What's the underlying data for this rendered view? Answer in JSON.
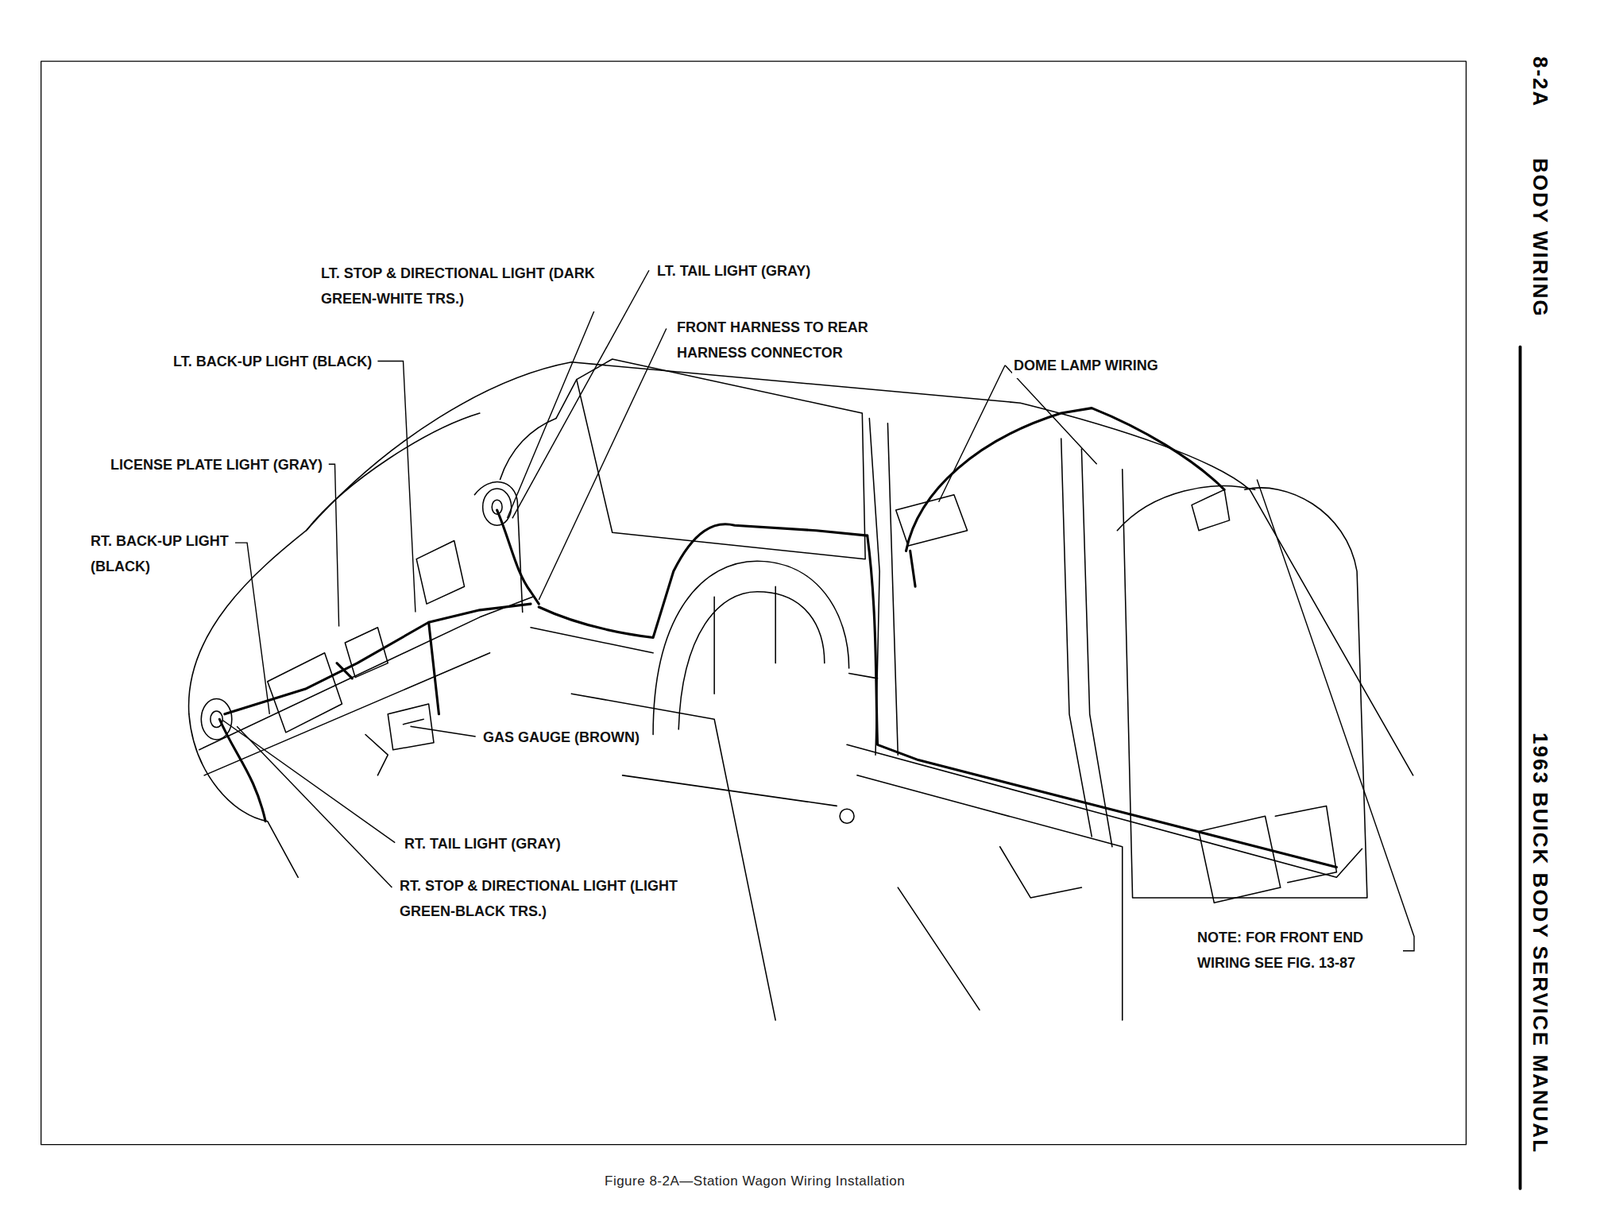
{
  "diagram": {
    "caption": "Figure 8-2A—Station Wagon Wiring Installation",
    "labels": [
      "LT. STOP & DIRECTIONAL LIGHT (DARK GREEN-WHITE TRS.)",
      "LT. TAIL LIGHT (GRAY)",
      "FRONT HARNESS TO REAR HARNESS CONNECTOR",
      "DOME LAMP WIRING",
      "LT. BACK-UP LIGHT (BLACK)",
      "LICENSE PLATE LIGHT (GRAY)",
      "RT. BACK-UP LIGHT (BLACK)",
      "GAS GAUGE (BROWN)",
      "RT. TAIL LIGHT (GRAY)",
      "RT. STOP & DIRECTIONAL LIGHT (LIGHT GREEN-BLACK TRS.)",
      "NOTE: FOR FRONT END WIRING SEE FIG. 13-87",
      "8-2A",
      "BODY WIRING",
      "1963 BUICK BODY SERVICE MANUAL"
    ]
  }
}
